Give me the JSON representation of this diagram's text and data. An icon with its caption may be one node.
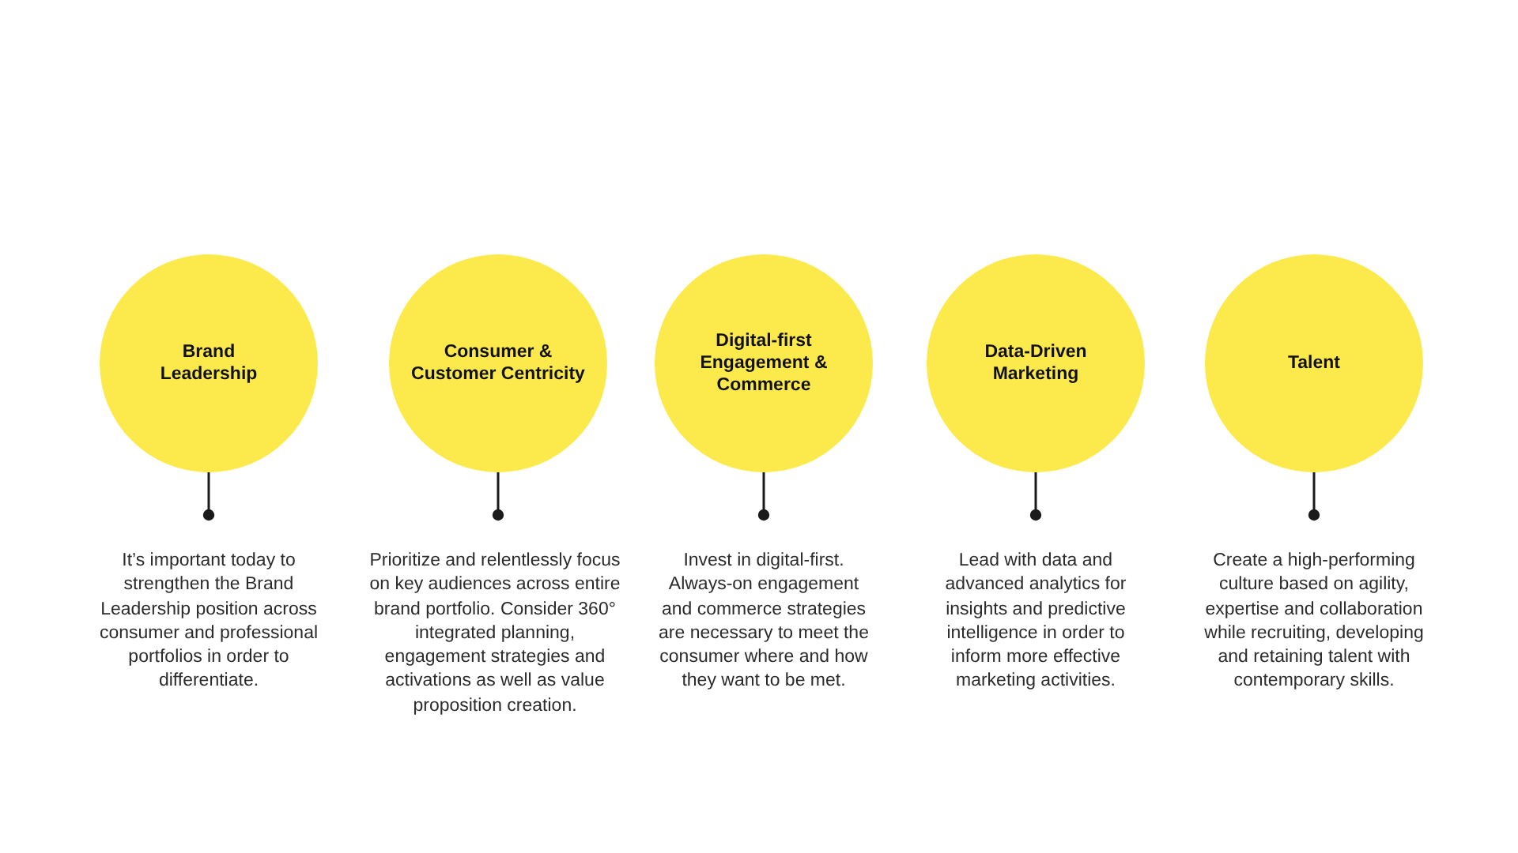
{
  "diagram": {
    "nodes": [
      {
        "text": [
          "Brand Leadership"
        ]
      },
      {
        "text": [
          "Consumer & Customer Centricity"
        ]
      },
      {
        "text": [
          "Digital-first Engagement & Commerce"
        ]
      },
      {
        "text": [
          "Data-Driven Marketing"
        ]
      },
      {
        "text": [
          "Talent"
        ]
      }
    ],
    "edges": [
      {
        "from": 0,
        "to": null,
        "arrow": "other"
      },
      {
        "from": 1,
        "to": null,
        "arrow": "other"
      },
      {
        "from": 2,
        "to": null,
        "arrow": "other"
      },
      {
        "from": 3,
        "to": null,
        "arrow": "other"
      },
      {
        "from": 4,
        "to": null,
        "arrow": "other"
      }
    ],
    "labels": [
      "It’s important today to strengthen the Brand Leadership position across consumer and professional portfolios in order to differentiate.",
      "Prioritize and relentlessly focus on key audiences across entire brand portfolio. Consider 360° integrated planning, engagement strategies and activations as well as value proposition creation.",
      "Invest in digital-first. Always-on engagement and commerce strategies are necessary to meet the consumer where and how they want to be met.",
      "Lead with data and advanced analytics for insights and predictive intelligence in order to inform more effective marketing activities.",
      "Create a high-performing culture based on agility, expertise and collaboration while recruiting, developing and retaining talent with contemporary skills."
    ]
  }
}
